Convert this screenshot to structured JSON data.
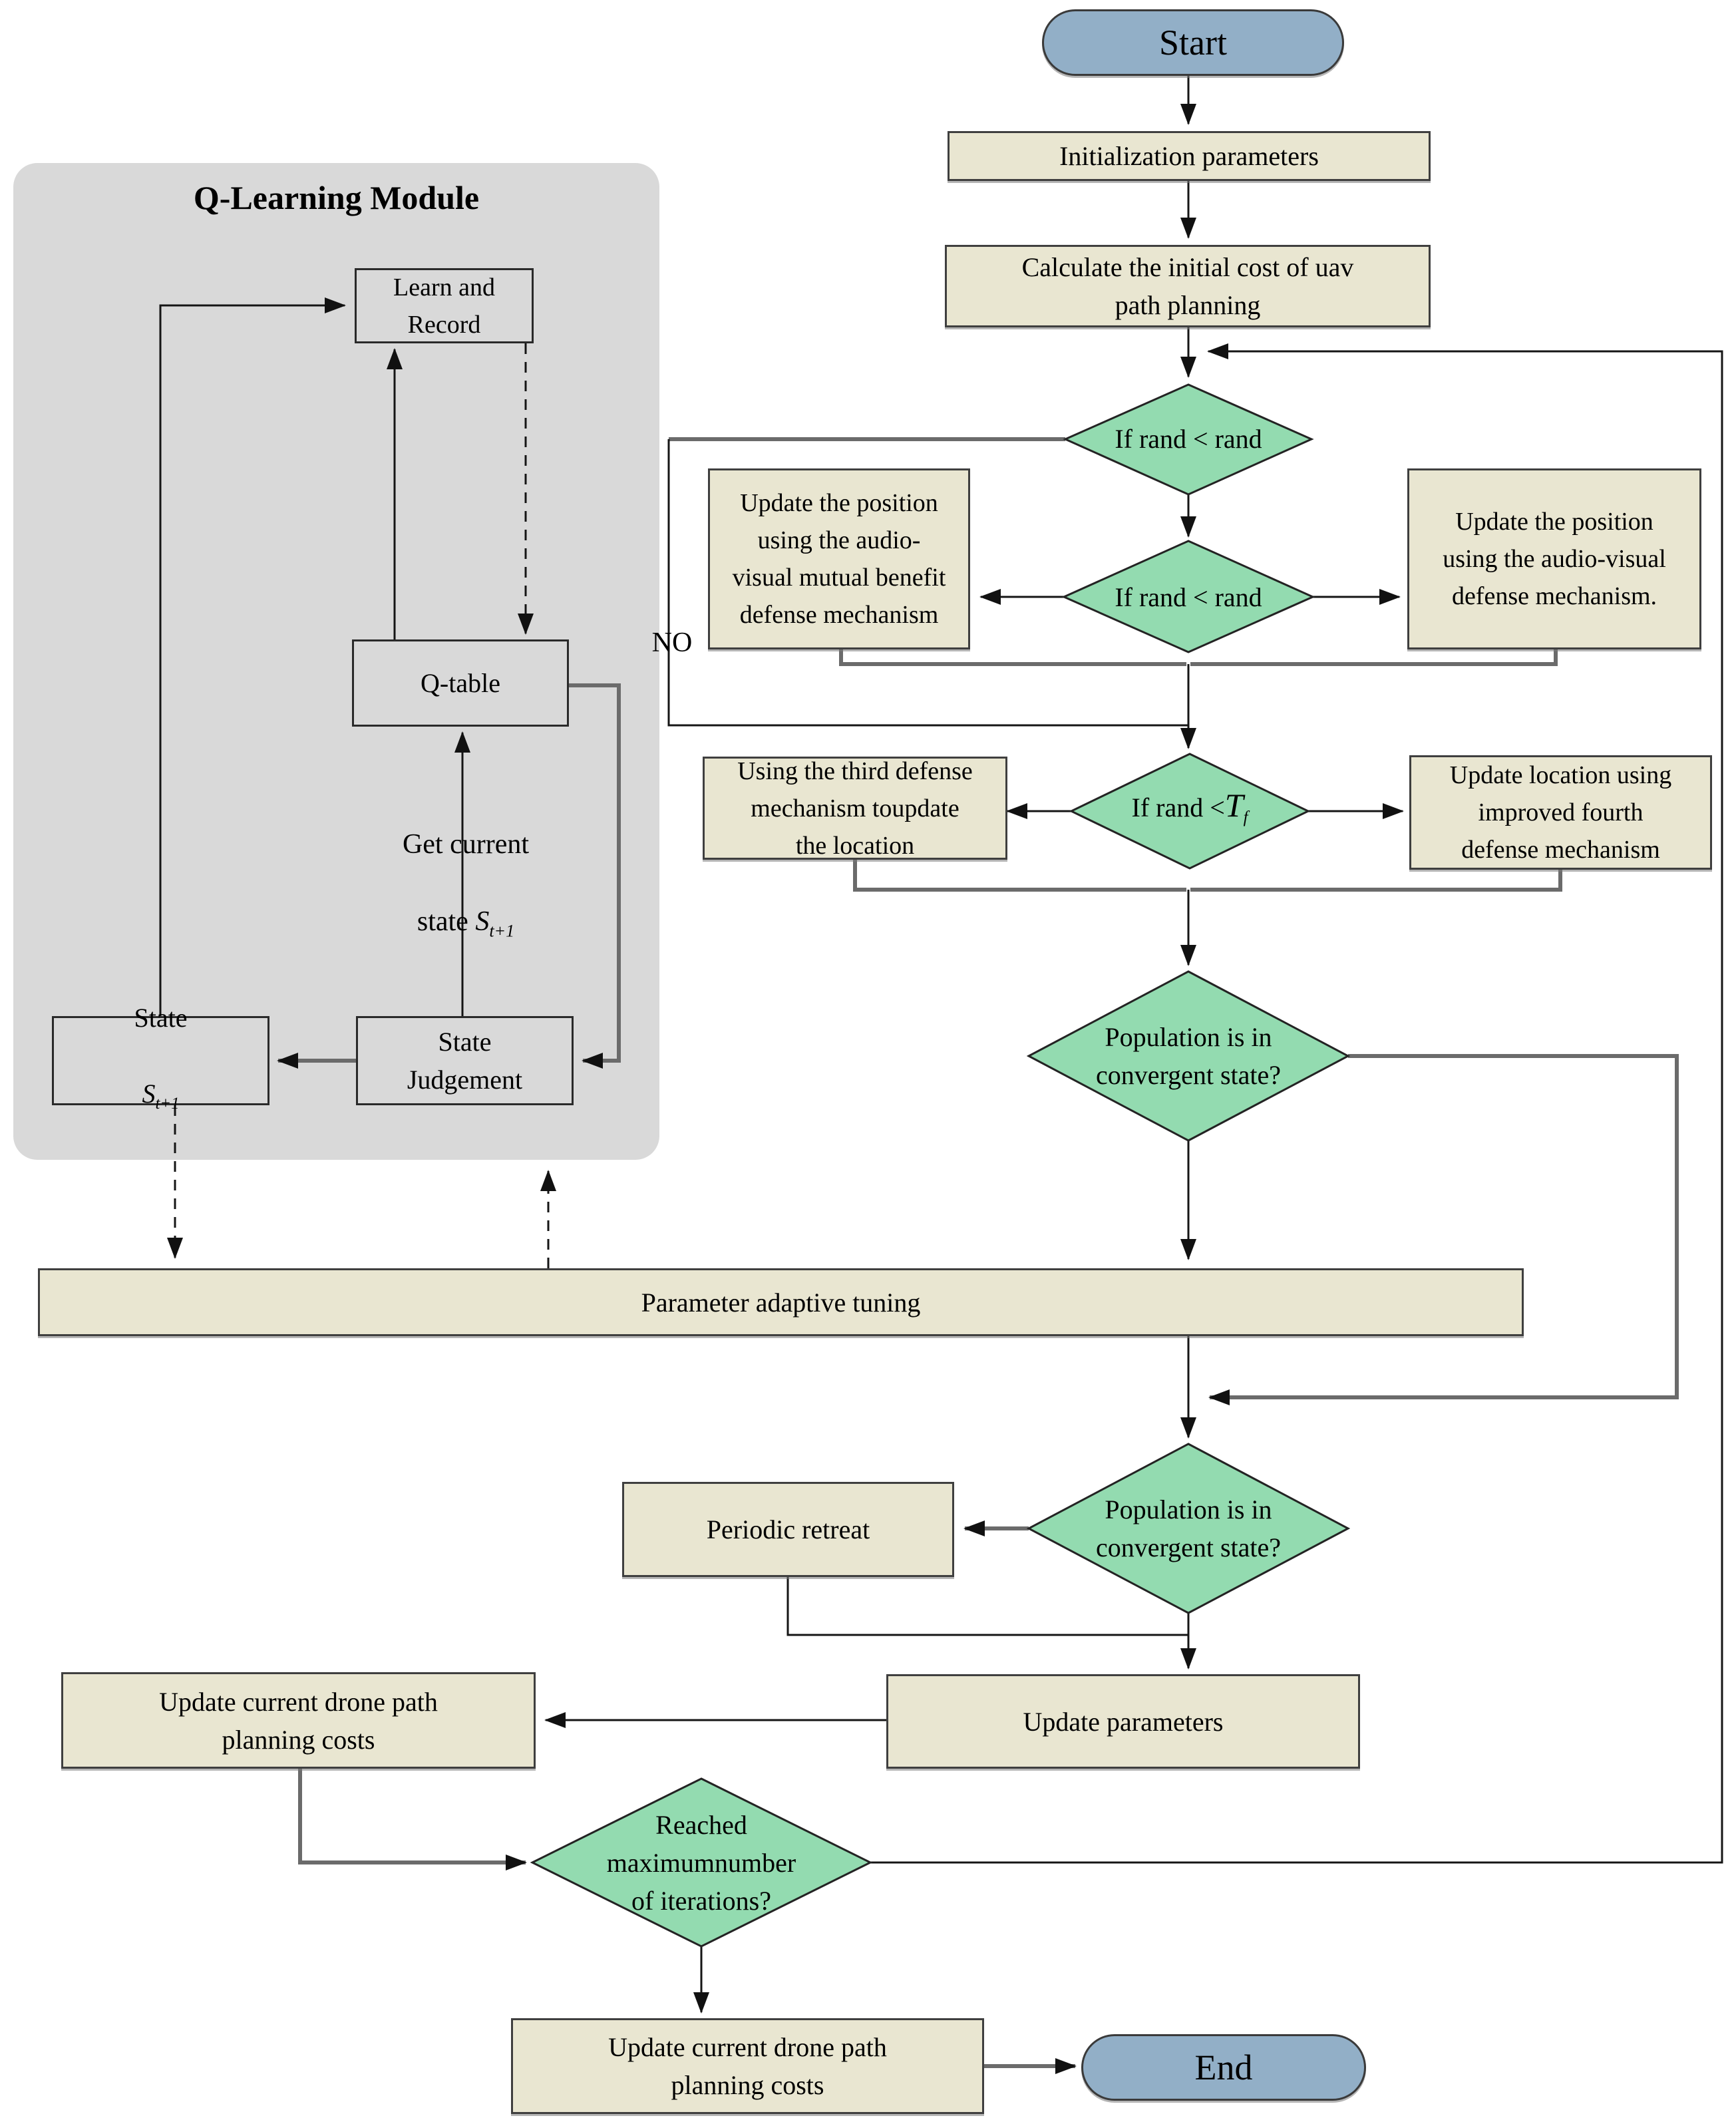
{
  "module": {
    "title": "Q-Learning Module",
    "learn_record": "Learn and\nRecord",
    "q_table": "Q-table",
    "get_current_line1": "Get current",
    "get_current_line2": "state",
    "state_s_line1": "State",
    "s_symbol": "S",
    "s_subscript": "t+1",
    "state_judgement": "State\nJudgement"
  },
  "nodes": {
    "start": "Start",
    "init": "Initialization parameters",
    "calc": "Calculate the initial cost of uav\npath planning",
    "if_rand_1": "If rand < rand",
    "if_rand_2": "If rand < rand",
    "update_mutual": "Update the position\nusing the audio-\nvisual mutual benefit\ndefense mechanism",
    "update_av": "Update the position\nusing the audio-visual\ndefense mechanism.",
    "third_defense": "Using the third defense\nmechanism toupdate\nthe location",
    "if_rand_tf_prefix": "If rand <",
    "tf_symbol": "T",
    "tf_subscript": "f",
    "fourth_defense": "Update location using\nimproved fourth\ndefense mechanism",
    "convergent_1": "Population is in\nconvergent state?",
    "parameter_tuning": "Parameter adaptive tuning",
    "convergent_2": "Population is in\nconvergent state?",
    "periodic_retreat": "Periodic retreat",
    "update_parameters": "Update parameters",
    "update_drone_left": "Update current drone path\nplanning costs",
    "reached_max": "Reached\nmaximumnumber\nof iterations?",
    "update_drone_bottom": "Update current drone path\nplanning costs",
    "end": "End"
  },
  "labels": {
    "no": "NO"
  },
  "colors": {
    "process_fill": "#e9e6d1",
    "process_border": "#3f3f3f",
    "diamond_fill": "#93dbb0",
    "terminal_fill": "#92afc7",
    "module_background": "#d9d9d9",
    "line_thin": "#151515",
    "line_thick": "#6b6b6b"
  }
}
